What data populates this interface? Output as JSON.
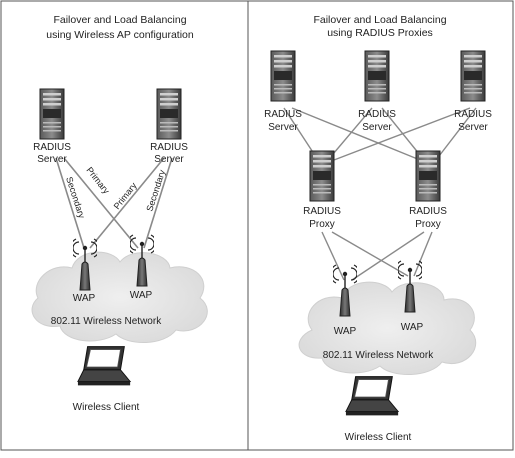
{
  "left_panel": {
    "title_line1": "Failover and Load Balancing",
    "title_line2": "using Wireless AP configuration",
    "server_label_line1": "RADIUS",
    "server_label_line2": "Server",
    "wap_label": "WAP",
    "link_primary": "Primary",
    "link_secondary": "Secondary",
    "network_label": "802.11 Wireless Network",
    "client_label": "Wireless Client"
  },
  "right_panel": {
    "title_line1": "Failover and Load Balancing",
    "title_line2": "using RADIUS Proxies",
    "server_label_line1": "RADIUS",
    "server_label_line2": "Server",
    "proxy_label_line1": "RADIUS",
    "proxy_label_line2": "Proxy",
    "wap_label": "WAP",
    "network_label": "802.11 Wireless Network",
    "client_label": "Wireless Client"
  },
  "colors": {
    "border": "#555555",
    "cloud": "#e6e6e6",
    "server_dark": "#3a3a3a",
    "link": "#8a8a8a"
  }
}
